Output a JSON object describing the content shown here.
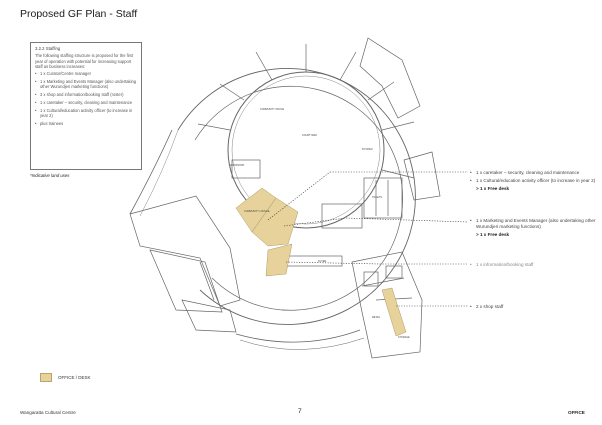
{
  "page": {
    "title": "Proposed GF Plan - Staff",
    "footer_left": "Wangaratta Cultural Centre",
    "page_number": "7",
    "footer_right": "OFFICE"
  },
  "info_box": {
    "heading": "3.2.2   Staffing",
    "intro": "The following staffing structure is proposed for the first year of operation with potential for increasing support staff as business increases:",
    "items": [
      "1 x Curator/Centre manager",
      "1 x Marketing and Events Manager (also undertaking other Wurundjeri marketing functions)",
      "3 x shop and information/booking staff (roster)",
      "1 x caretaker – security, cleaning and maintenance",
      "1 x Cultural/education activity officer (to increase in year 2)",
      "plus trainees"
    ]
  },
  "note": "*Indicative land uses",
  "callouts": {
    "c1": {
      "items": [
        "1 x caretaker – security, cleaning and maintenance",
        "1 x Cultural/education activity officer (to increase in year 2)"
      ],
      "bold": "> 1 x Free desk"
    },
    "c2": {
      "items": [
        "1 x Marketing and Events Manager (also undertaking other Wurundjeri marketing functions)"
      ],
      "bold": "> 1 x Free desk"
    },
    "c3": {
      "items": [
        "1 x information/booking staff"
      ]
    },
    "c4": {
      "items": [
        "2 x shop staff"
      ]
    }
  },
  "legend": {
    "label": "OFFICE / DESK"
  },
  "plan_labels": {
    "courtyard": "COURTYARD",
    "community": "COMMUNITY LOUNGE",
    "office": "COMMUNITY OFFICE",
    "workshop": "WORKSHOP",
    "foyer": "FOYER",
    "shop": "RETAIL",
    "storage": "STORAGE",
    "kitchen": "KITCHEN",
    "toilets": "TOILETS"
  },
  "colors": {
    "office_fill": "#e6d29a",
    "wall": "#555555",
    "dotted": "#333333"
  }
}
